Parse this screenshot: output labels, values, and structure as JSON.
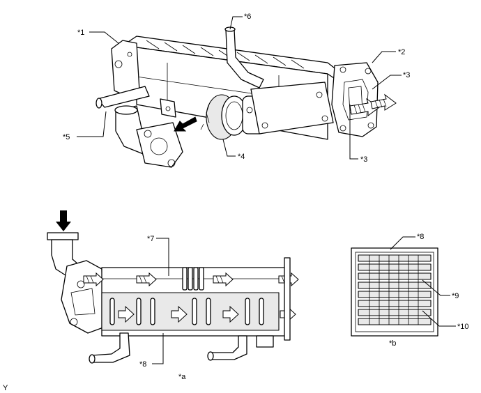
{
  "callouts": {
    "c1": "*1",
    "c2": "*2",
    "c3a": "*3",
    "c3b": "*3",
    "c4": "*4",
    "c5": "*5",
    "c6": "*6",
    "c7": "*7",
    "c8a": "*8",
    "c8b": "*8",
    "c9": "*9",
    "c10": "*10",
    "ca": "*a",
    "cb": "*b"
  },
  "footer_mark": "Y",
  "icons": {
    "flow_arrow_down": "arrow-down-icon",
    "exhaust_arrow": "arrow-left-down-icon"
  }
}
